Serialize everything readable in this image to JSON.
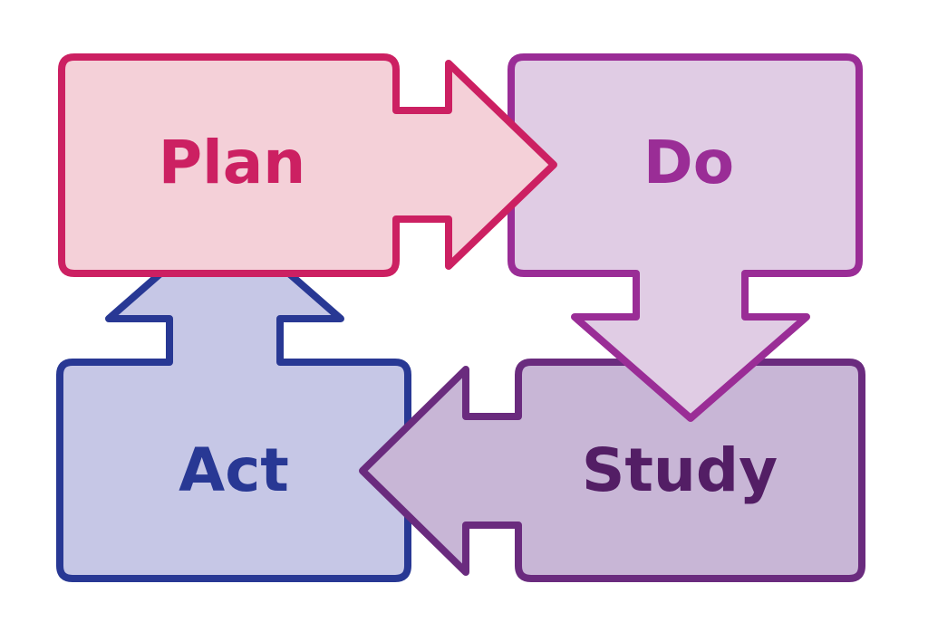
{
  "diagram": {
    "type": "cycle",
    "steps": {
      "plan": {
        "label": "Plan",
        "stroke": "#cc2062",
        "fill": "#f4d0d8",
        "text": "#cc2062"
      },
      "do": {
        "label": "Do",
        "stroke": "#9a2d96",
        "fill": "#e0cce4",
        "text": "#9a2d96"
      },
      "study": {
        "label": "Study",
        "stroke": "#6a2b7e",
        "fill": "#c8b6d6",
        "text": "#531e65"
      },
      "act": {
        "label": "Act",
        "stroke": "#283894",
        "fill": "#c6c7e6",
        "text": "#283894"
      }
    },
    "arrows": [
      {
        "from": "Plan",
        "to": "Do"
      },
      {
        "from": "Do",
        "to": "Study"
      },
      {
        "from": "Study",
        "to": "Act"
      },
      {
        "from": "Act",
        "to": "Plan"
      }
    ]
  }
}
